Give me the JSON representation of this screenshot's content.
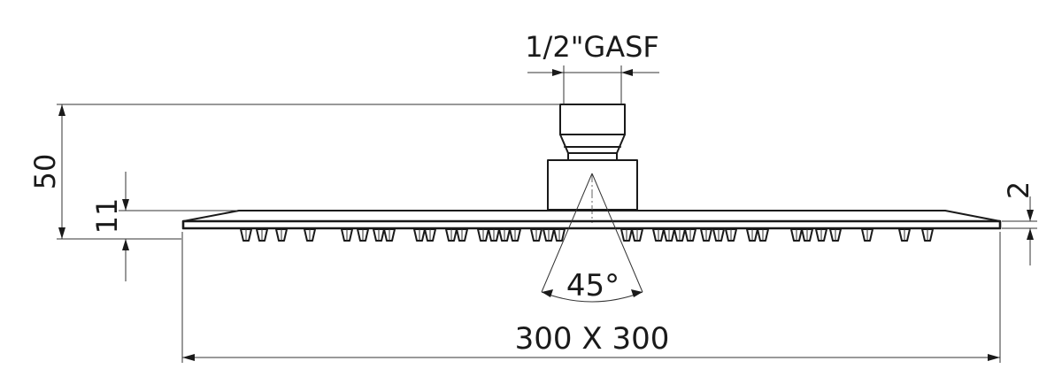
{
  "dimensions": {
    "thread": "1/2\"GASF",
    "height_total": "50",
    "height_plate": "11",
    "edge_thickness": "2",
    "spray_angle": "45°",
    "plate_size": "300 X 300"
  },
  "colors": {
    "line": "#1a1a1a",
    "background": "#ffffff"
  }
}
